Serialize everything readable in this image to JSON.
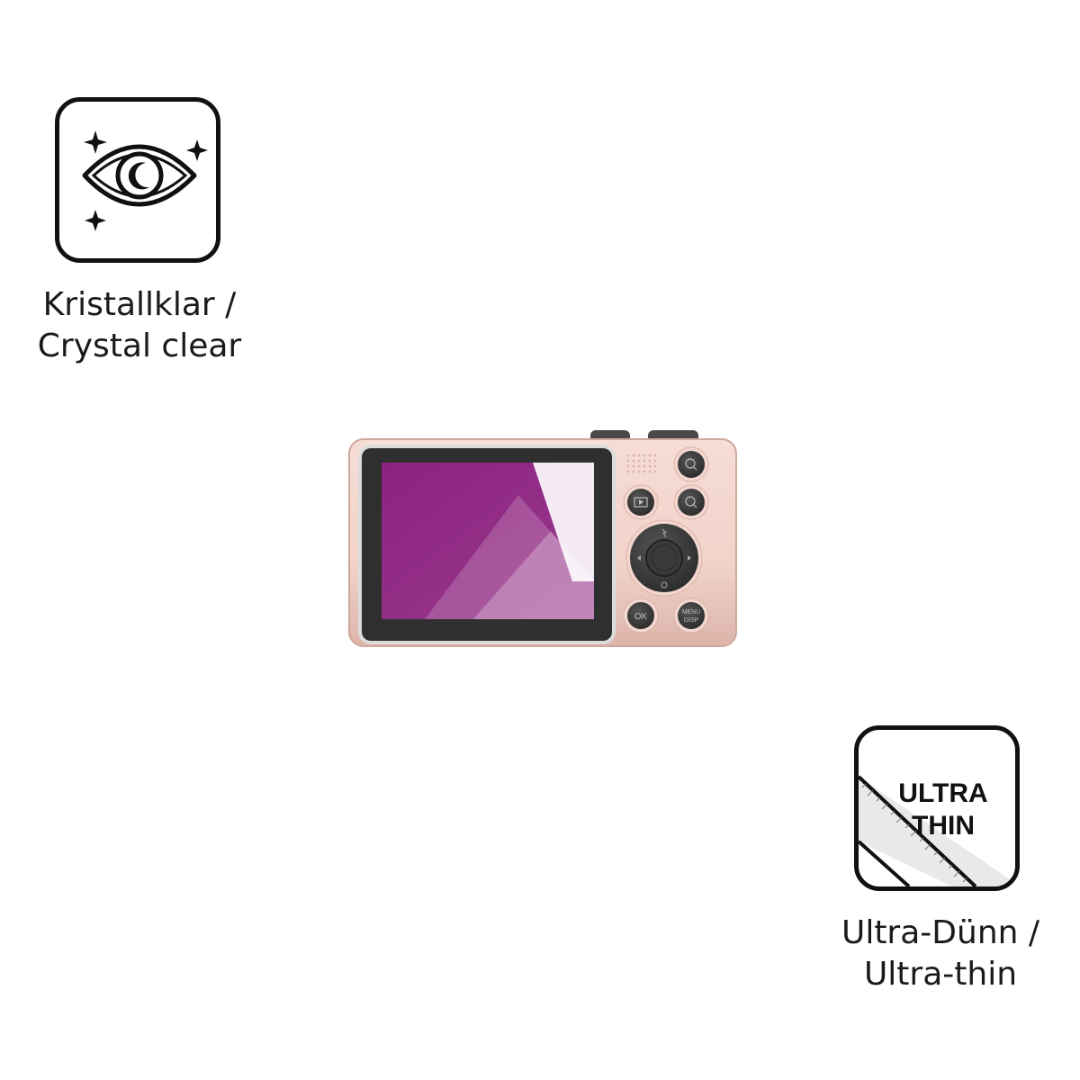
{
  "badges": {
    "clear": {
      "icon": "eye-sparkle-icon",
      "caption_line1": "Kristallklar /",
      "caption_line2": "Crystal clear"
    },
    "thin": {
      "icon": "ruler-film-icon",
      "label_line1": "ULTRA",
      "label_line2": "THIN",
      "caption_line1": "Ultra-Dünn /",
      "caption_line2": "Ultra-thin"
    }
  },
  "camera": {
    "buttons": {
      "ok": "OK",
      "menu_line1": "MENU",
      "menu_line2": "DISP"
    },
    "colors": {
      "body": "#f3d7cf",
      "screen": "#8e2a82",
      "bezel": "#2f2f2f"
    }
  }
}
